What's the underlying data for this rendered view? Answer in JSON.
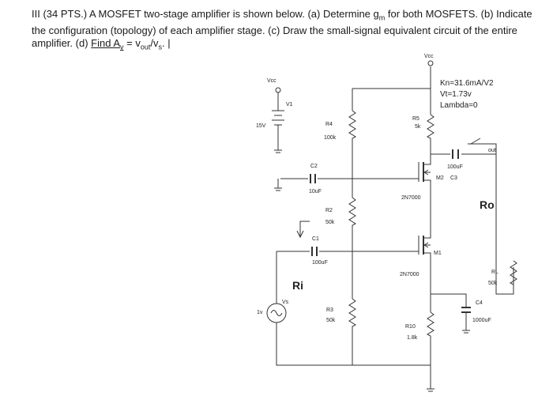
{
  "question": {
    "line1": "III (34 PTS.) A MOSFET two-stage amplifier is shown below. (a) Determine g",
    "gm_sub": "m",
    "line1_end": " for both MOSFETS. (b) Indicate",
    "line2": "the configuration (topology) of each amplifier stage. (c) Draw the small-signal equivalent circuit of the entire",
    "line3_a": "amplifier. (d) ",
    "line3_find": "Find  A",
    "line3_sub": "v",
    "line3_eq": " = v",
    "line3_out": "out",
    "line3_slash": "/v",
    "line3_s": "s",
    "line3_end": ". |"
  },
  "circuit": {
    "vcc_top": "Vcc",
    "params": [
      "Kn=31.6mA/V2",
      "Vt=1.73v",
      "Lambda=0"
    ],
    "vcc_left": "Vcc",
    "v1": "V1",
    "v1_value": "15V",
    "r4_name": "R4",
    "r4_value": "100k",
    "r5_name": "R5",
    "r5_value": "5k",
    "out_label": "out",
    "c3_value": "100uF",
    "c3_name": "C3",
    "m2_name": "M2",
    "c2_name": "C2",
    "c2_value": "10uF",
    "m2_part": "2N7000",
    "ro_label": "Ro",
    "r2_name": "R2",
    "r2_value": "50k",
    "c1_name": "C1",
    "c1_value": "100uF",
    "m1_name": "M1",
    "m1_part": "2N7000",
    "rl_name": "RL",
    "rl_value": "50k",
    "ri_label": "Ri",
    "vs_name": "Vs",
    "vs_value": "1v",
    "r3_name": "R3",
    "r3_value": "50k",
    "c4_name": "C4",
    "c4_value": "1000uF",
    "r10_name": "R10",
    "r10_value": "1.8k"
  }
}
